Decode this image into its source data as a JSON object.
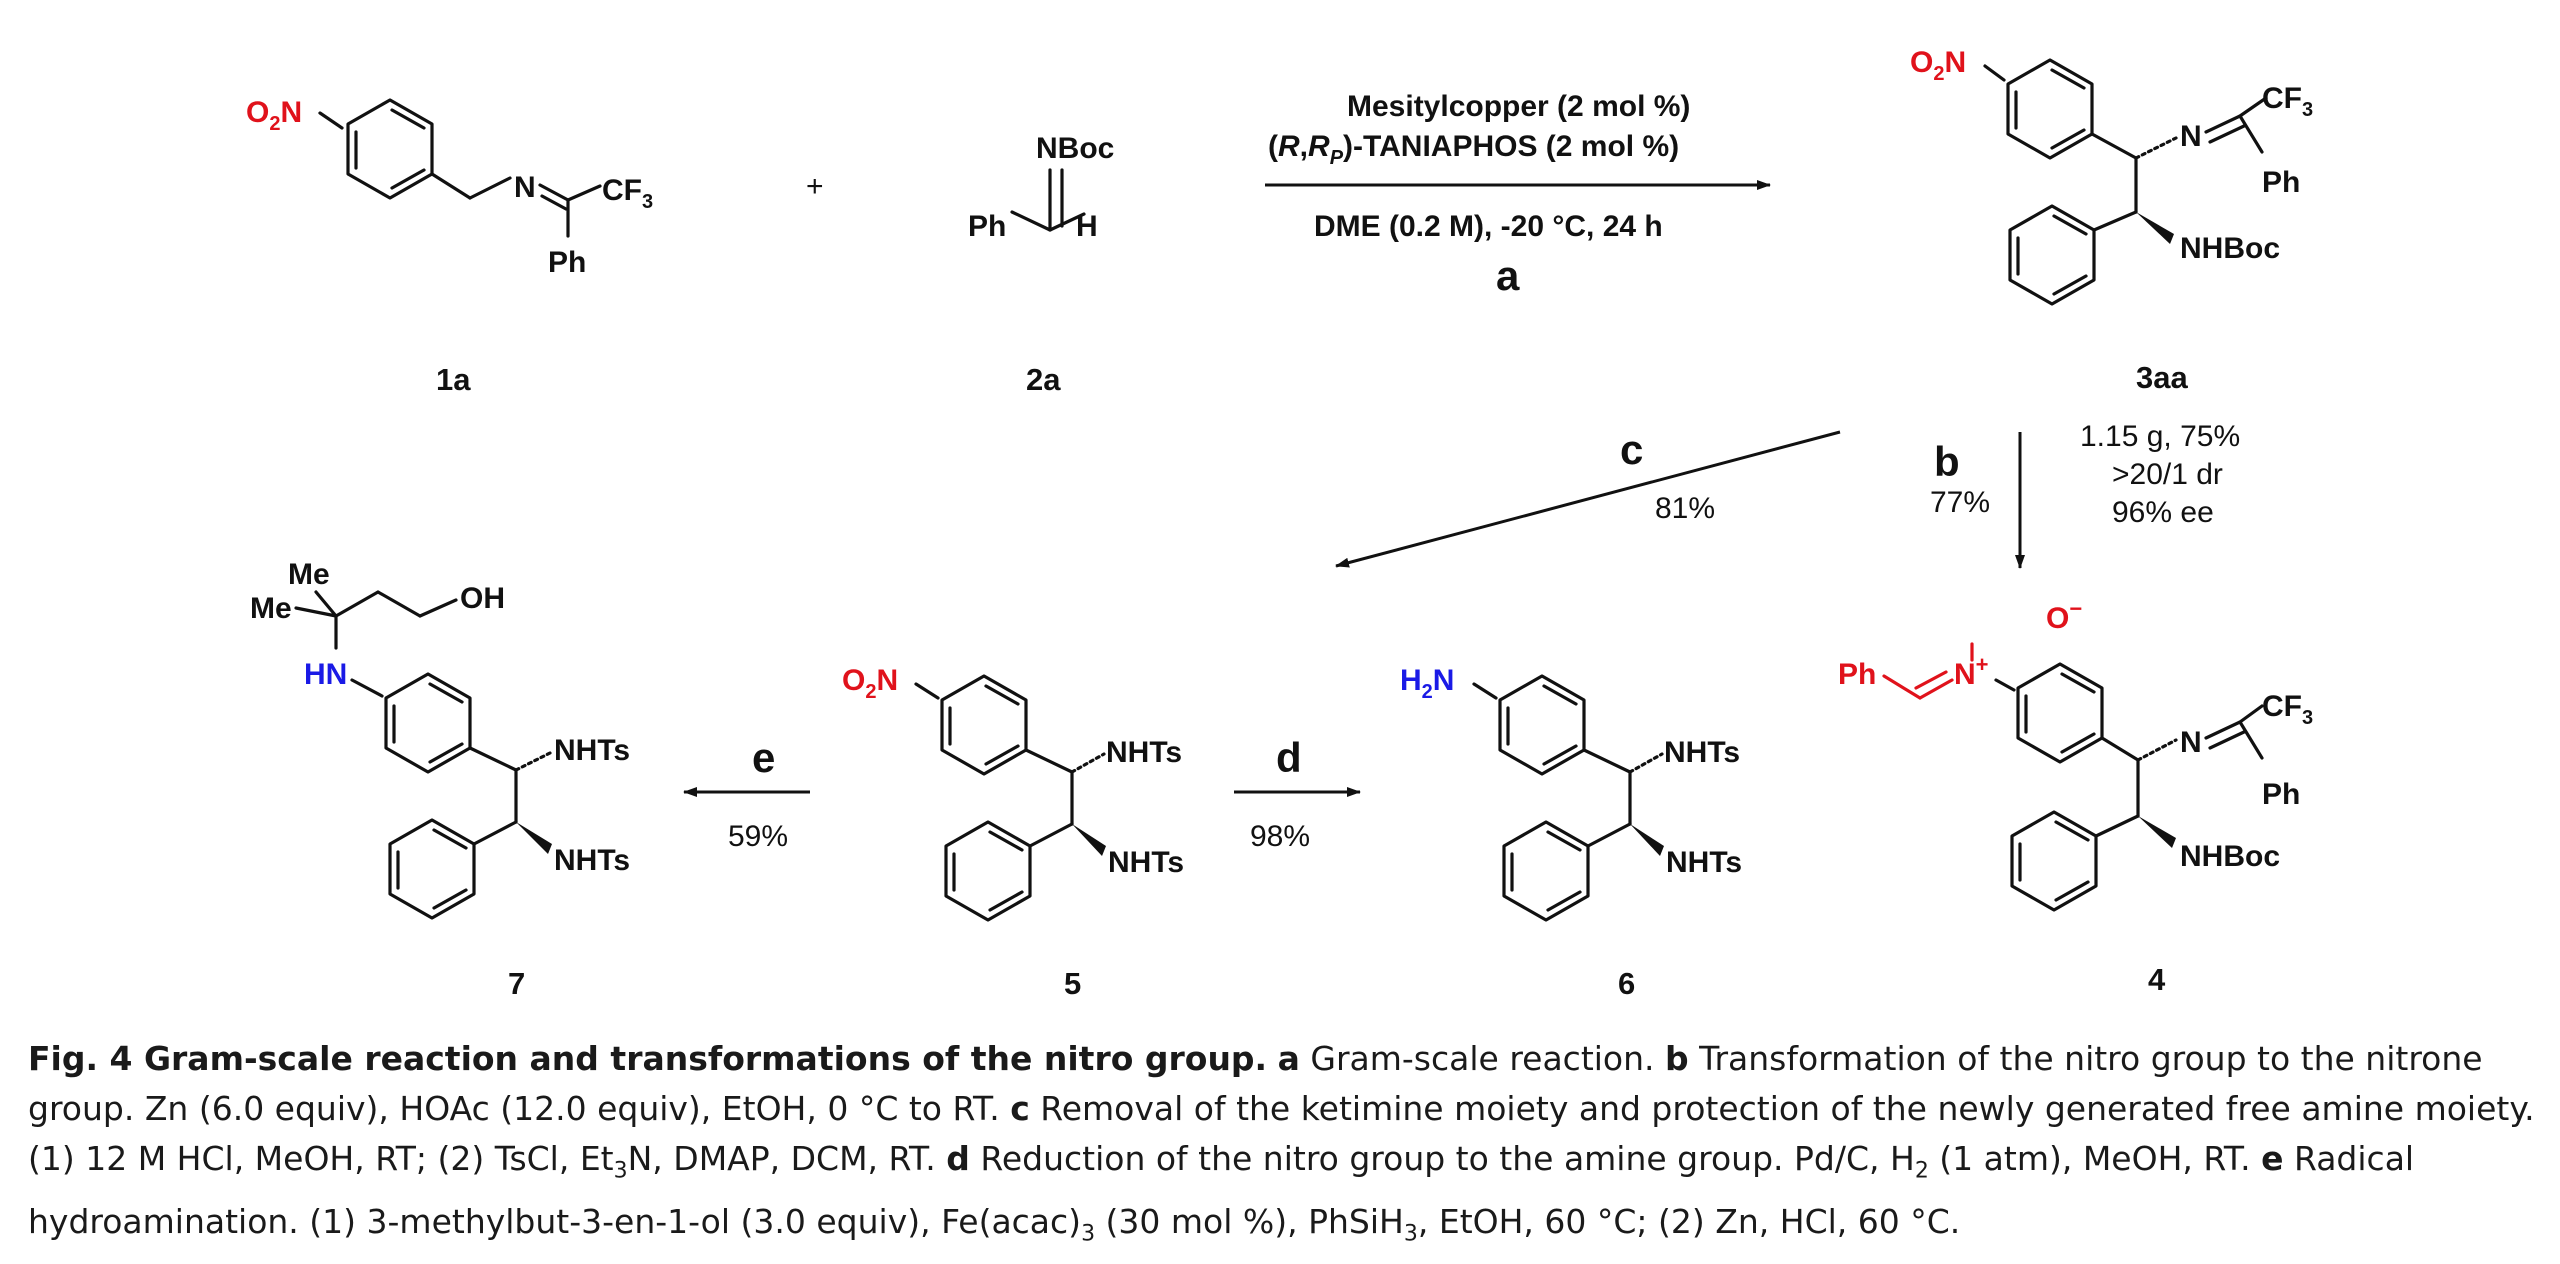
{
  "scheme": {
    "conditions": {
      "line1": "Mesitylcopper (2 mol %)",
      "line2_pre": "(",
      "line2_r": "R",
      "line2_comma": ",",
      "line2_rp": "R",
      "line2_p": "P",
      "line2_post": ")-TANIAPHOS (2 mol %)",
      "line3": "DME (0.2 M), -20 °C, 24 h",
      "step": "a"
    },
    "plus": "+",
    "compounds": {
      "c1a": "1a",
      "c2a": "2a",
      "c3aa": "3aa",
      "c4": "4",
      "c5": "5",
      "c6": "6",
      "c7": "7"
    },
    "product_3aa_data": [
      "1.15 g, 75%",
      ">20/1 dr",
      "96% ee"
    ],
    "steps": {
      "b": {
        "label": "b",
        "yield": "77%"
      },
      "c": {
        "label": "c",
        "yield": "81%"
      },
      "d": {
        "label": "d",
        "yield": "98%"
      },
      "e": {
        "label": "e",
        "yield": "59%"
      }
    },
    "atoms": {
      "o2n": "O",
      "o2n_sub": "2",
      "n": "N",
      "h2n": "H",
      "h2n_sub": "2",
      "cf3": "CF",
      "cf3_sub": "3",
      "ph": "Ph",
      "nboc": "NBoc",
      "h": "H",
      "nhboc": "NHBoc",
      "n_eq": "N",
      "nhts": "NHTs",
      "o_minus": "O",
      "minus": "−",
      "plus_charge": "+",
      "me": "Me",
      "oh": "OH",
      "hn": "HN"
    }
  },
  "caption": {
    "fig": "Fig. 4 Gram-scale reaction and transformations of the nitro group.",
    "a_label": "a",
    "a_text": " Gram-scale reaction. ",
    "b_label": "b",
    "b_text": " Transformation of the nitro group to the nitrone group. Zn (6.0 equiv), HOAc (12.0 equiv), EtOH, 0 °C to RT. ",
    "c_label": "c",
    "c_text": " Removal of the ketimine moiety and protection of the newly generated free amine moiety. (1) 12 M HCl, MeOH, RT; (2) TsCl, Et",
    "c_sub": "3",
    "c_text2": "N, DMAP, DCM, RT. ",
    "d_label": "d",
    "d_text": " Reduction of the nitro group to the amine group. Pd/C, H",
    "d_sub": "2",
    "d_text2": " (1 atm), MeOH, RT. ",
    "e_label": "e",
    "e_text": " Radical hydroamination. (1) 3-methylbut-3-en-1-ol (3.0 equiv), Fe(acac)",
    "e_sub": "3",
    "e_text2": " (30 mol %), PhSiH",
    "e_sub2": "3",
    "e_text3": ", EtOH, 60 °C; (2) Zn, HCl, 60 °C."
  }
}
